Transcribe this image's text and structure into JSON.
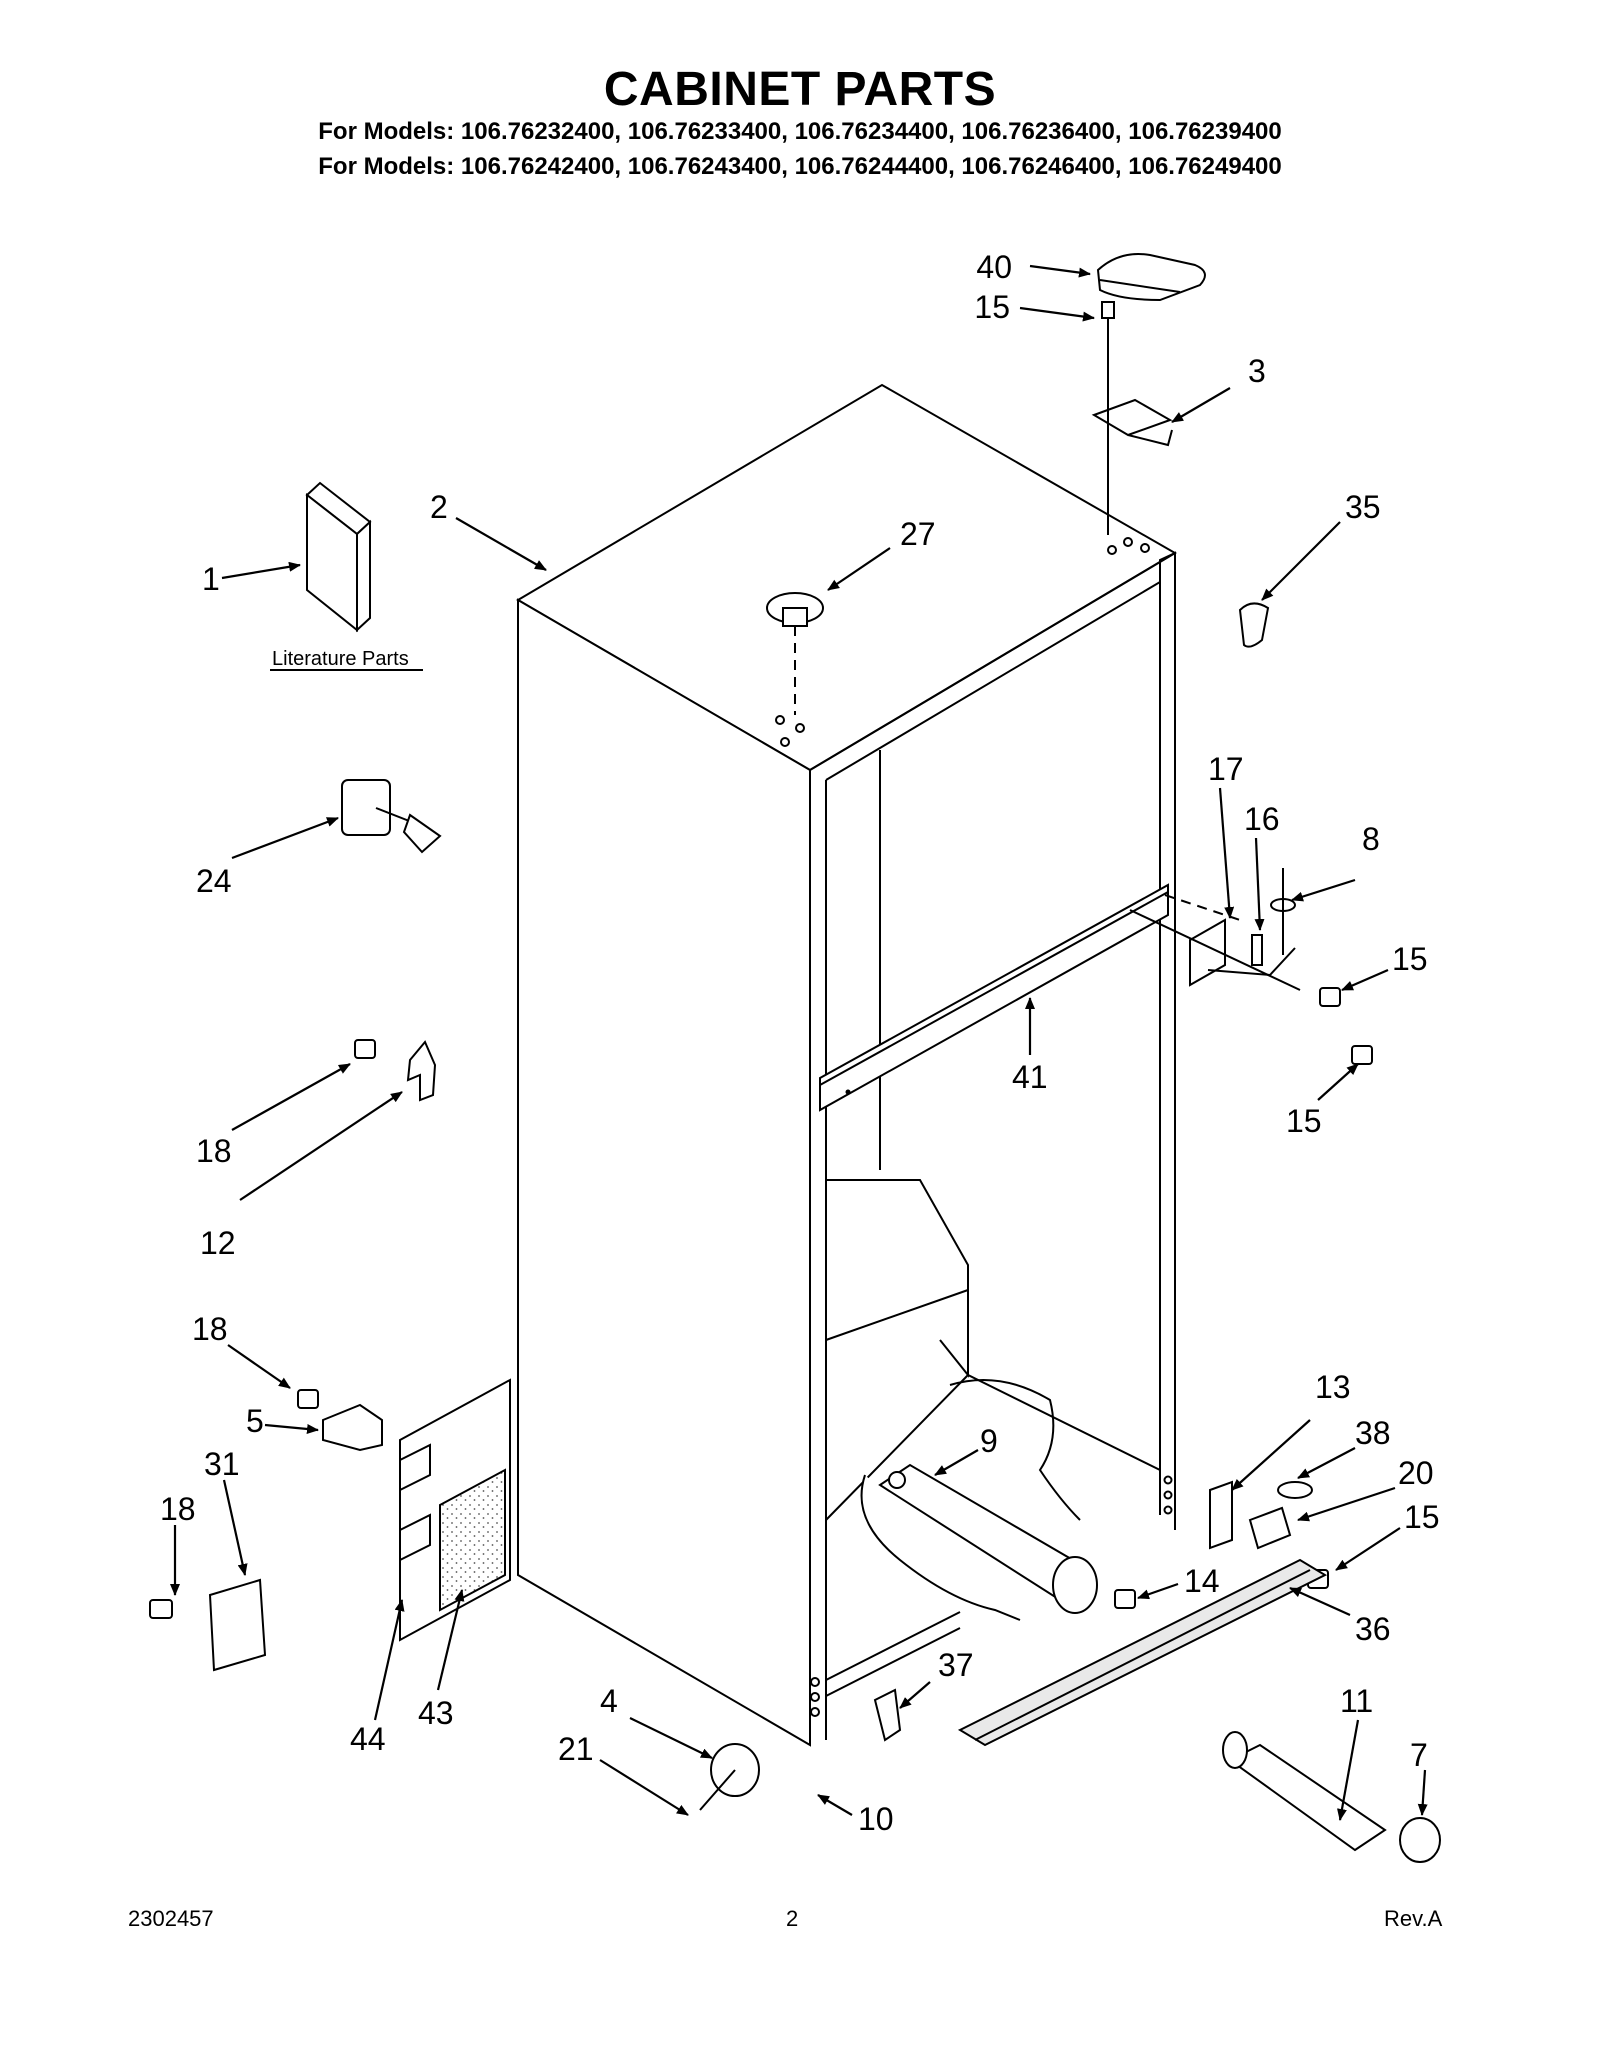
{
  "header": {
    "title": "CABINET PARTS",
    "models_line1": "For Models: 106.76232400, 106.76233400, 106.76234400, 106.76236400, 106.76239400",
    "models_line2": "For Models: 106.76242400, 106.76243400, 106.76244400, 106.76246400, 106.76249400"
  },
  "literature_label": "Literature Parts",
  "callouts": [
    "40",
    "15",
    "3",
    "2",
    "27",
    "35",
    "1",
    "17",
    "16",
    "8",
    "15",
    "24",
    "41",
    "15",
    "18",
    "12",
    "18",
    "13",
    "38",
    "5",
    "9",
    "20",
    "31",
    "18",
    "15",
    "14",
    "36",
    "44",
    "43",
    "4",
    "37",
    "11",
    "7",
    "21",
    "10"
  ],
  "footer": {
    "doc_number": "2302457",
    "page": "2",
    "revision": "Rev.A"
  }
}
